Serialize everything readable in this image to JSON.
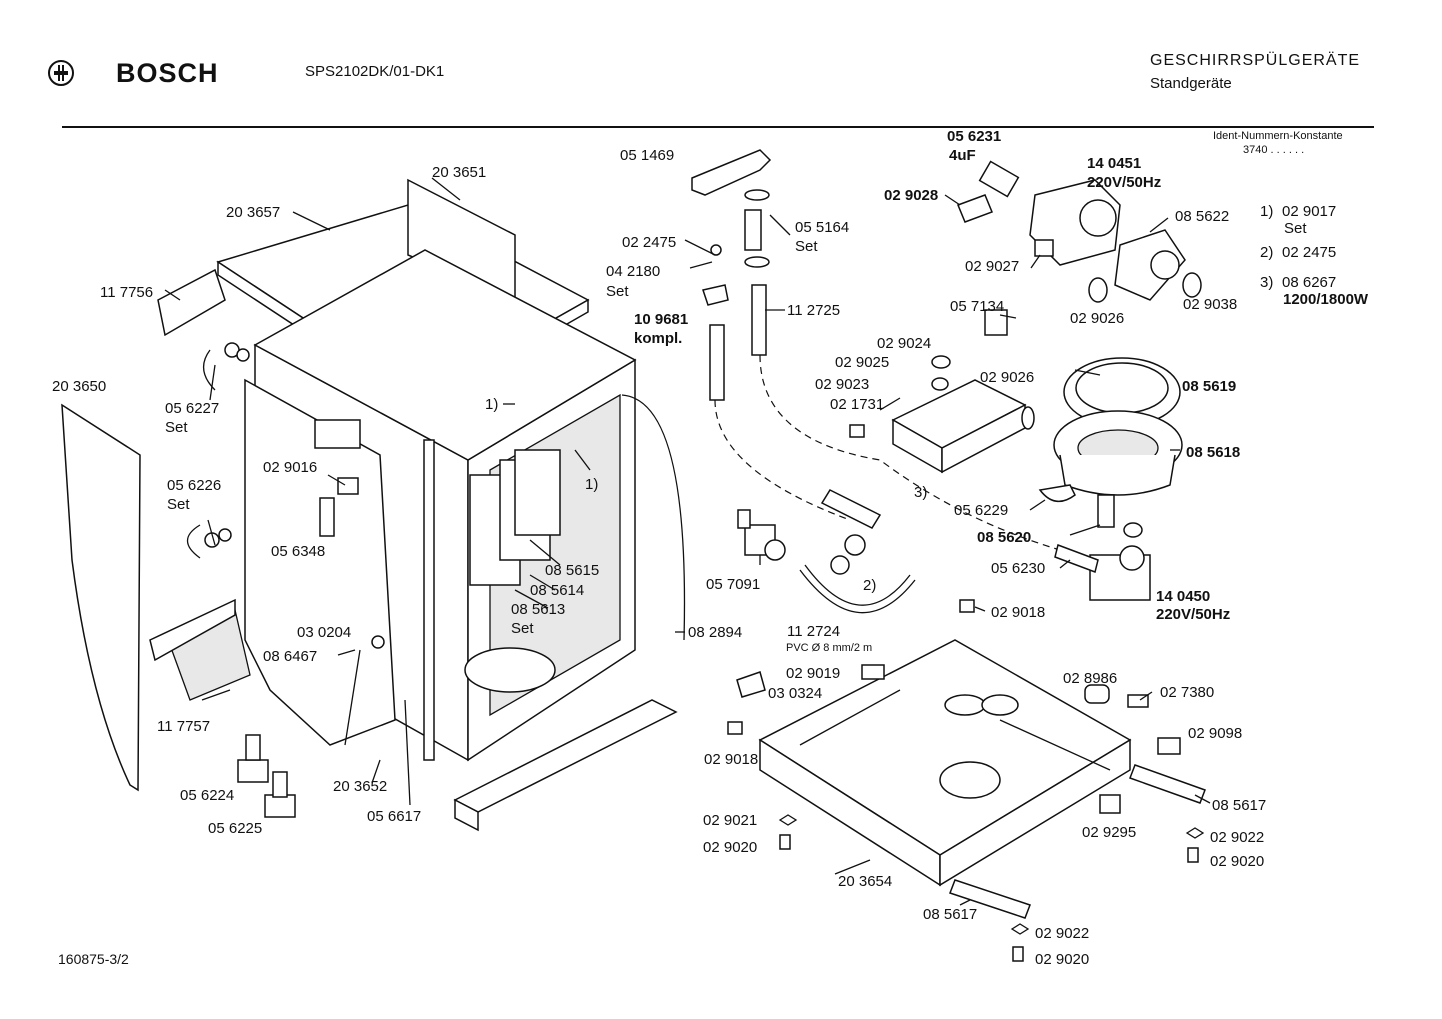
{
  "header": {
    "brand": "BOSCH",
    "model": "SPS2102DK/01-DK1",
    "category": "GESCHIRRSPÜLGERÄTE",
    "subcategory": "Standgeräte"
  },
  "ident": {
    "label": "Ident-Nummern-Konstante",
    "value": "3740  . .  . . . ."
  },
  "footnotes": [
    {
      "key": "1)",
      "code": "02 9017",
      "note": "Set"
    },
    {
      "key": "2)",
      "code": "02 2475",
      "note": ""
    },
    {
      "key": "3)",
      "code": "08 6267",
      "note": "1200/1800W"
    }
  ],
  "labels": [
    {
      "id": "l203651",
      "text": "20 3651"
    },
    {
      "id": "l203657",
      "text": "20 3657"
    },
    {
      "id": "l117756",
      "text": "11 7756"
    },
    {
      "id": "l203650",
      "text": "20 3650"
    },
    {
      "id": "l056227",
      "text": "05 6227"
    },
    {
      "id": "l056227s",
      "text": "Set"
    },
    {
      "id": "l056226",
      "text": "05 6226"
    },
    {
      "id": "l056226s",
      "text": "Set"
    },
    {
      "id": "l029016",
      "text": "02 9016"
    },
    {
      "id": "l056348",
      "text": "05 6348"
    },
    {
      "id": "l030204",
      "text": "03 0204"
    },
    {
      "id": "l086467",
      "text": "08 6467"
    },
    {
      "id": "l117757",
      "text": "11 7757"
    },
    {
      "id": "l056224",
      "text": "05 6224"
    },
    {
      "id": "l056225",
      "text": "05 6225"
    },
    {
      "id": "l203652",
      "text": "20 3652"
    },
    {
      "id": "l056617",
      "text": "05 6617"
    },
    {
      "id": "l1a",
      "text": "1)"
    },
    {
      "id": "l1b",
      "text": "1)"
    },
    {
      "id": "l085615",
      "text": "08 5615"
    },
    {
      "id": "l085614",
      "text": "08 5614"
    },
    {
      "id": "l085613",
      "text": "08 5613"
    },
    {
      "id": "l085613s",
      "text": "Set"
    },
    {
      "id": "l082894",
      "text": "08 2894"
    },
    {
      "id": "l051469",
      "text": "05 1469"
    },
    {
      "id": "l022475",
      "text": "02 2475"
    },
    {
      "id": "l042180",
      "text": "04 2180"
    },
    {
      "id": "l042180s",
      "text": "Set"
    },
    {
      "id": "l055164",
      "text": "05 5164"
    },
    {
      "id": "l055164s",
      "text": "Set"
    },
    {
      "id": "l109681",
      "text": "10 9681"
    },
    {
      "id": "l109681k",
      "text": "kompl."
    },
    {
      "id": "l112725",
      "text": "11 2725"
    },
    {
      "id": "l057091",
      "text": "05 7091"
    },
    {
      "id": "l2",
      "text": "2)"
    },
    {
      "id": "l112724",
      "text": "11 2724"
    },
    {
      "id": "lpvc",
      "text": "PVC  Ø 8 mm/2 m"
    },
    {
      "id": "l056231",
      "text": "05 6231"
    },
    {
      "id": "l4uf",
      "text": "4uF"
    },
    {
      "id": "l029028",
      "text": "02 9028"
    },
    {
      "id": "l140451",
      "text": "14 0451"
    },
    {
      "id": "l140451v",
      "text": "220V/50Hz"
    },
    {
      "id": "l085622",
      "text": "08 5622"
    },
    {
      "id": "l029027",
      "text": "02 9027"
    },
    {
      "id": "l029038",
      "text": "02 9038"
    },
    {
      "id": "l029026a",
      "text": "02 9026"
    },
    {
      "id": "l057134",
      "text": "05 7134"
    },
    {
      "id": "l029024",
      "text": "02 9024"
    },
    {
      "id": "l029025",
      "text": "02 9025"
    },
    {
      "id": "l029023",
      "text": "02 9023"
    },
    {
      "id": "l021731",
      "text": "02 1731"
    },
    {
      "id": "l029026b",
      "text": "02 9026"
    },
    {
      "id": "l3",
      "text": "3)"
    },
    {
      "id": "l085619",
      "text": "08 5619"
    },
    {
      "id": "l085618",
      "text": "08 5618"
    },
    {
      "id": "l056229",
      "text": "05 6229"
    },
    {
      "id": "l085620",
      "text": "08 5620"
    },
    {
      "id": "l056230",
      "text": "05 6230"
    },
    {
      "id": "l140450",
      "text": "14 0450"
    },
    {
      "id": "l140450v",
      "text": "220V/50Hz"
    },
    {
      "id": "l029018a",
      "text": "02 9018"
    },
    {
      "id": "l029019",
      "text": "02 9019"
    },
    {
      "id": "l030324",
      "text": "03 0324"
    },
    {
      "id": "l028986",
      "text": "02 8986"
    },
    {
      "id": "l027380",
      "text": "02 7380"
    },
    {
      "id": "l029098",
      "text": "02 9098"
    },
    {
      "id": "l029018b",
      "text": "02 9018"
    },
    {
      "id": "l085617a",
      "text": "08 5617"
    },
    {
      "id": "l029021",
      "text": "02 9021"
    },
    {
      "id": "l029020a",
      "text": "02 9020"
    },
    {
      "id": "l029295",
      "text": "02 9295"
    },
    {
      "id": "l029022a",
      "text": "02 9022"
    },
    {
      "id": "l029020b",
      "text": "02 9020"
    },
    {
      "id": "l203654",
      "text": "20 3654"
    },
    {
      "id": "l085617b",
      "text": "08 5617"
    },
    {
      "id": "l029022b",
      "text": "02 9022"
    },
    {
      "id": "l029020c",
      "text": "02 9020"
    }
  ],
  "footer": "160875-3/2"
}
